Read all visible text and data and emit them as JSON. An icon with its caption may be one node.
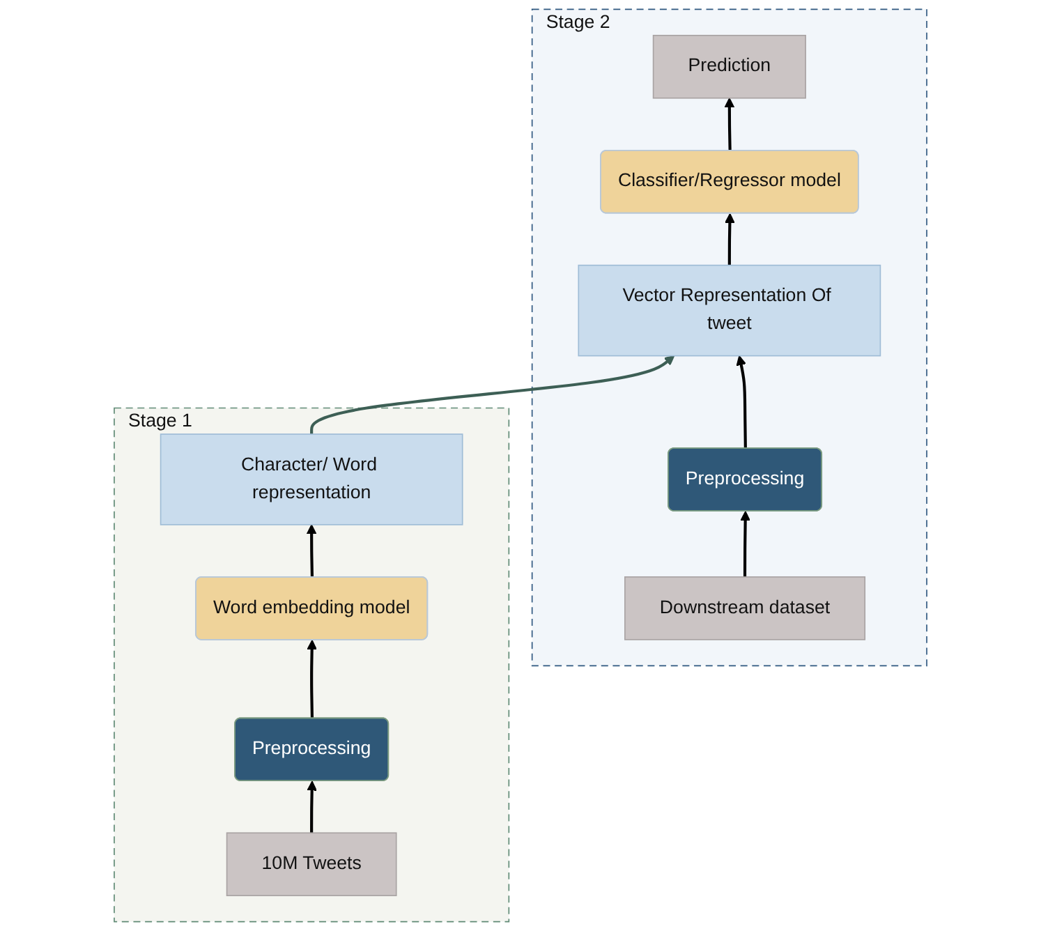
{
  "diagram": {
    "nodes": [
      {
        "text": [
          "Stage 1"
        ]
      },
      {
        "text": [
          "Character/ Word representation"
        ],
        "in": 0
      },
      {
        "text": [
          "Word embedding model"
        ],
        "in": 0
      },
      {
        "text": [
          "Preprocessing"
        ],
        "in": 0
      },
      {
        "text": [
          "10M Tweets"
        ],
        "in": 0
      },
      {
        "text": [
          "Stage 2"
        ]
      },
      {
        "text": [
          "Prediction"
        ],
        "in": 5
      },
      {
        "text": [
          "Classifier/Regressor model"
        ],
        "in": 5
      },
      {
        "text": [
          "Vector Representation Of tweet"
        ],
        "in": 5
      },
      {
        "text": [
          "Preprocessing"
        ],
        "in": 5
      },
      {
        "text": [
          "Downstream dataset"
        ],
        "in": 5
      }
    ],
    "edges": [
      {
        "from": 4,
        "to": 3,
        "arrow": "to"
      },
      {
        "from": 3,
        "to": 2,
        "arrow": "to"
      },
      {
        "from": 2,
        "to": 1,
        "arrow": "to"
      },
      {
        "from": 1,
        "to": 8,
        "arrow": "to",
        "color": "#3d5f55"
      },
      {
        "from": 10,
        "to": 9,
        "arrow": "to"
      },
      {
        "from": 9,
        "to": 8,
        "arrow": "to"
      },
      {
        "from": 8,
        "to": 7,
        "arrow": "to"
      },
      {
        "from": 7,
        "to": 6,
        "arrow": "to"
      }
    ]
  }
}
